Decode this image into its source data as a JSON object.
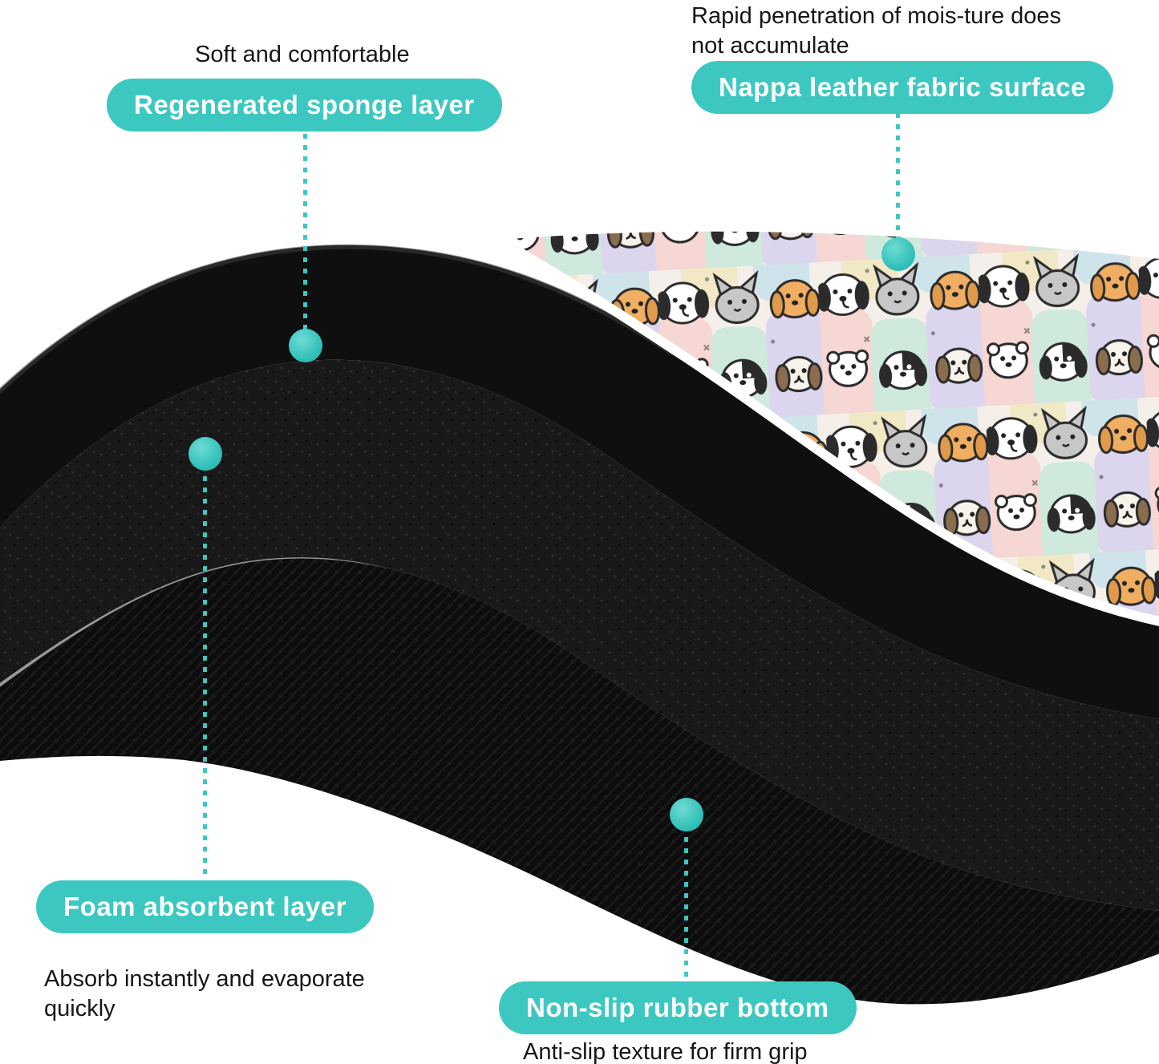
{
  "colors": {
    "accent": "#3cc8c1",
    "dot": "#2fc0b9",
    "text": "#161616"
  },
  "callouts": {
    "sponge": {
      "note": "Soft and comfortable",
      "label": "Regenerated sponge layer"
    },
    "surface": {
      "note": "Rapid penetration of mois-ture does not accumulate",
      "label": "Nappa leather fabric surface"
    },
    "foam": {
      "label": "Foam absorbent layer",
      "note": "Absorb instantly and evaporate quickly"
    },
    "rubber": {
      "label": "Non-slip rubber bottom",
      "note": "Anti-slip texture for firm grip"
    }
  }
}
